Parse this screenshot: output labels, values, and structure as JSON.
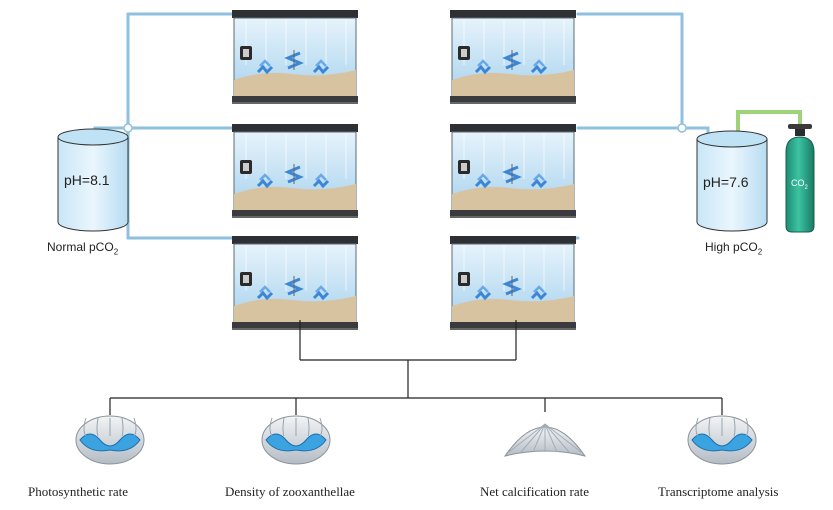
{
  "normal": {
    "ph": "pH=8.1",
    "label_main": "Normal pCO",
    "label_sub": "2"
  },
  "high": {
    "ph": "pH=7.6",
    "label_main": "High pCO",
    "label_sub": "2"
  },
  "cylinder": {
    "main": "CO",
    "sub": "2"
  },
  "outcomes": [
    "Photosynthetic rate",
    "Density of zooxanthellae",
    "Net calcification rate",
    "Transcriptome analysis"
  ],
  "colors": {
    "pipe": "#8fc0e0",
    "water": "#cde6f4",
    "sand": "#d8c3a0",
    "tank_frame": "#2f3033",
    "cylinder": "#2aa58a",
    "co2_hose": "#9ed37a",
    "tree_line": "#222222"
  }
}
